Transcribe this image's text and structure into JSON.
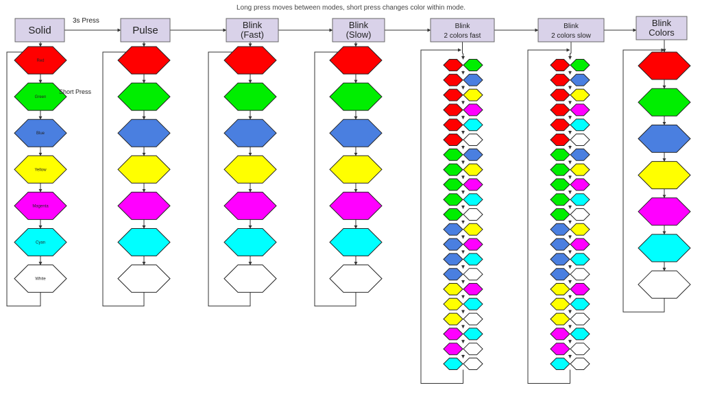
{
  "title": "Long press moves between modes, short press changes color within mode.",
  "long_press_label": "3s Press",
  "short_press_label": "Short Press",
  "colors": {
    "red": "#ff0000",
    "green": "#00ee00",
    "blue": "#4a7fe0",
    "yellow": "#ffff00",
    "magenta": "#ff00ff",
    "cyan": "#00ffff",
    "white": "#ffffff",
    "mode_box": "#d9d2e9",
    "line": "#333333"
  },
  "color_names": [
    "Red",
    "Green",
    "Blue",
    "Yellow",
    "Magenta",
    "Cyan",
    "White"
  ],
  "modes": [
    {
      "id": "solid",
      "lines": [
        "Solid"
      ]
    },
    {
      "id": "pulse",
      "lines": [
        "Pulse"
      ]
    },
    {
      "id": "blink-fast",
      "lines": [
        "Blink",
        "(Fast)"
      ]
    },
    {
      "id": "blink-slow",
      "lines": [
        "Blink",
        "(Slow)"
      ]
    },
    {
      "id": "blink-2-fast",
      "lines": [
        "Blink",
        "2 colors fast"
      ]
    },
    {
      "id": "blink-2-slow",
      "lines": [
        "Blink",
        "2 colors slow"
      ]
    },
    {
      "id": "blink-colors",
      "lines": [
        "Blink",
        "Colors"
      ]
    }
  ],
  "single_sequence": [
    "red",
    "green",
    "blue",
    "yellow",
    "magenta",
    "cyan",
    "white"
  ],
  "pair_sequence": [
    [
      "red",
      "green"
    ],
    [
      "red",
      "blue"
    ],
    [
      "red",
      "yellow"
    ],
    [
      "red",
      "magenta"
    ],
    [
      "red",
      "cyan"
    ],
    [
      "red",
      "white"
    ],
    [
      "green",
      "blue"
    ],
    [
      "green",
      "yellow"
    ],
    [
      "green",
      "magenta"
    ],
    [
      "green",
      "cyan"
    ],
    [
      "green",
      "white"
    ],
    [
      "blue",
      "yellow"
    ],
    [
      "blue",
      "magenta"
    ],
    [
      "blue",
      "cyan"
    ],
    [
      "blue",
      "white"
    ],
    [
      "yellow",
      "magenta"
    ],
    [
      "yellow",
      "cyan"
    ],
    [
      "yellow",
      "white"
    ],
    [
      "magenta",
      "cyan"
    ],
    [
      "magenta",
      "white"
    ],
    [
      "cyan",
      "white"
    ]
  ]
}
